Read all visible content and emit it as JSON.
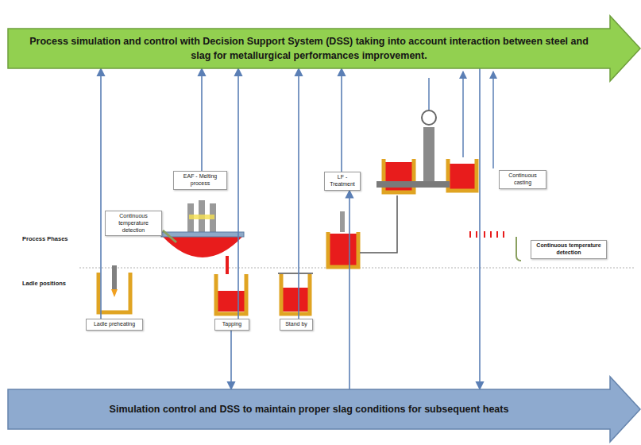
{
  "diagram": {
    "nodes": [
      {
        "text": [
          "Process simulation and control with Decision Support System (DSS) taking into account interaction between steel and slag for metallurgical performances improvement."
        ]
      },
      {
        "text": [
          "EAF - Melting process"
        ]
      },
      {
        "text": [
          "LF - Treatment"
        ]
      },
      {
        "text": [
          "Continuous casting"
        ]
      },
      {
        "text": [
          "Continuous temperature detection"
        ]
      },
      {
        "text": [
          "Continuous temperature detection"
        ]
      },
      {
        "text": [
          "Ladle preheating"
        ]
      },
      {
        "text": [
          "Tapping"
        ]
      },
      {
        "text": [
          "Stand by"
        ]
      },
      {
        "text": [
          "Simulation control and DSS to maintain proper slag conditions for subsequent heats"
        ]
      }
    ],
    "edges": [
      {
        "from": 6,
        "to": 0,
        "arrow": "to"
      },
      {
        "from": 1,
        "to": 0,
        "arrow": "to"
      },
      {
        "from": 7,
        "to": 0,
        "arrow": "to"
      },
      {
        "from": 8,
        "to": 0,
        "arrow": "to"
      },
      {
        "from": 2,
        "to": 0,
        "arrow": "to"
      },
      {
        "from": 9,
        "to": 2,
        "arrow": "to"
      },
      {
        "from": 7,
        "to": 9,
        "arrow": "to"
      },
      {
        "from": 0,
        "to": 9,
        "arrow": "to"
      }
    ],
    "labels": [
      "Process Phases",
      "Ladle positions"
    ]
  }
}
